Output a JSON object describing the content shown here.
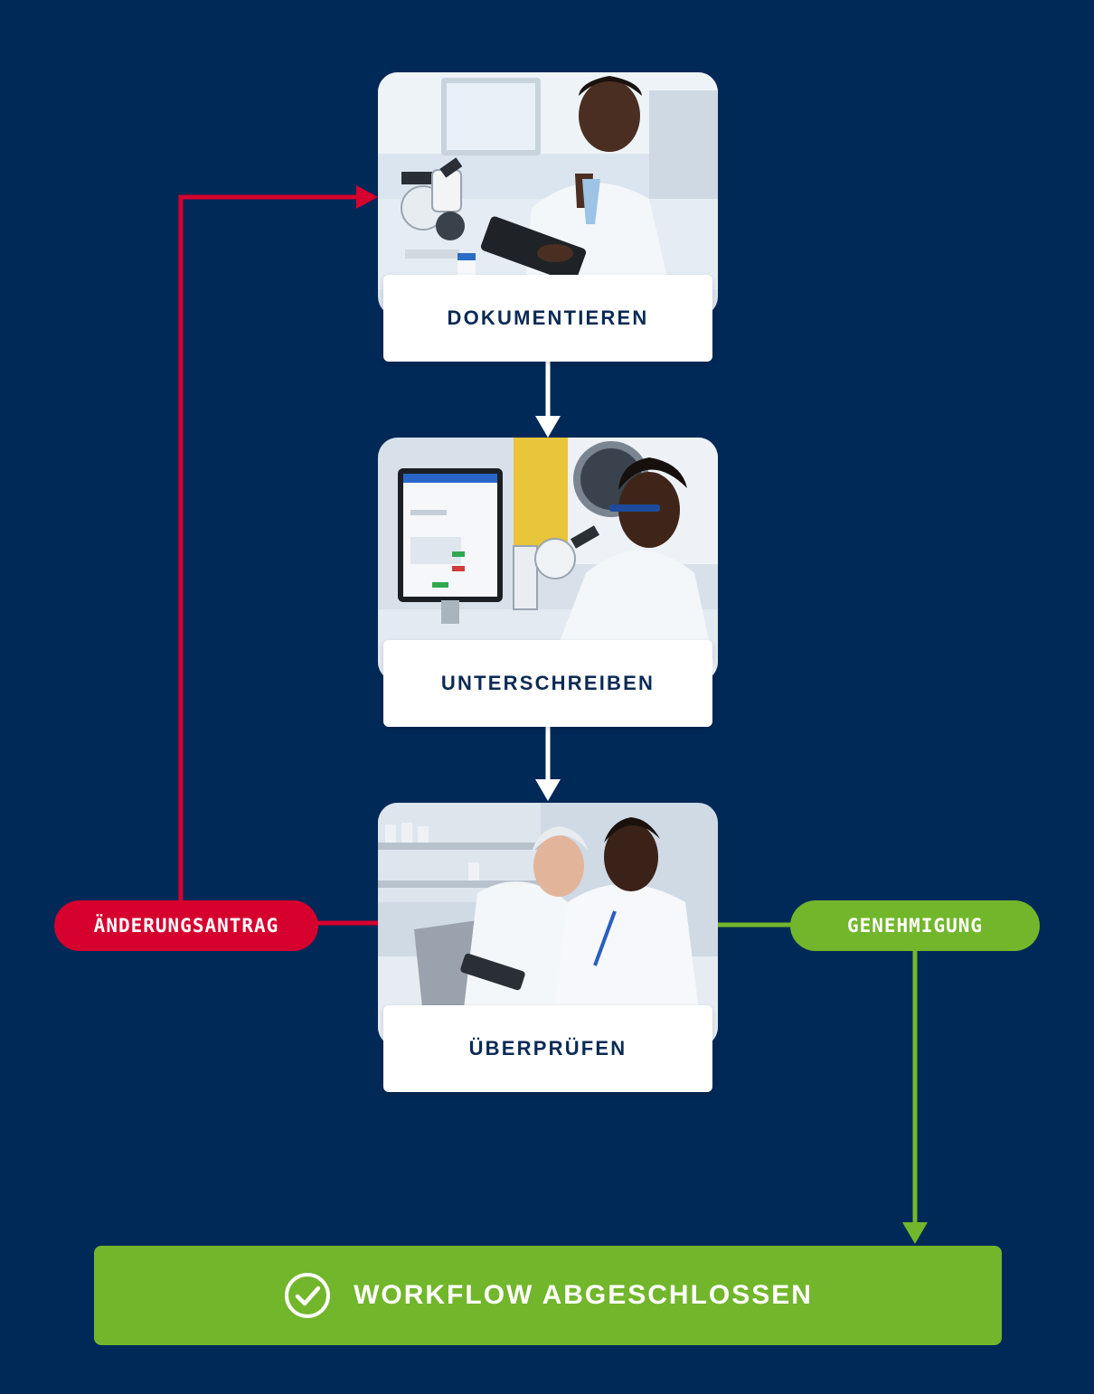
{
  "colors": {
    "background": "#002957",
    "reject_red": "#d6002e",
    "approve_green": "#72b62b",
    "label_text": "#0b2a55",
    "white": "#ffffff"
  },
  "steps": [
    {
      "label": "DOKUMENTIEREN",
      "image": "scientist-with-tablet-and-microscope-photo"
    },
    {
      "label": "UNTERSCHREIBEN",
      "image": "scientist-at-computer-monitor-photo"
    },
    {
      "label": "ÜBERPRÜFEN",
      "image": "two-scientists-reviewing-tablet-photo"
    }
  ],
  "change_request": {
    "label": "ÄNDERUNGSANTRAG"
  },
  "approval": {
    "label": "GENEHMIGUNG"
  },
  "completion": {
    "label": "WORKFLOW ABGESCHLOSSEN",
    "icon": "check-circle-icon"
  }
}
